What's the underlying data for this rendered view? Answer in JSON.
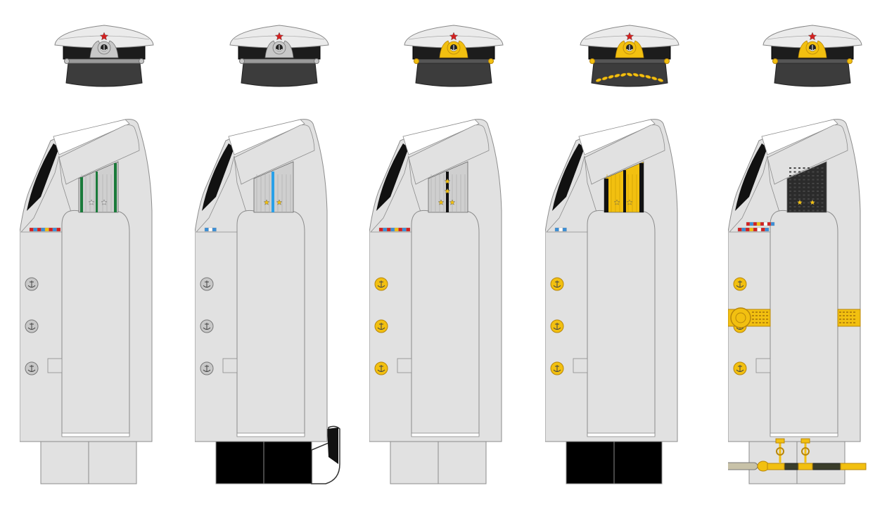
{
  "colors": {
    "background": "#ffffff",
    "tunic": "#e1e1e1",
    "tunic_outline": "#8c8c8c",
    "cap_crown": "#ebebeb",
    "cap_band": "#1c1c1c",
    "cap_peak": "#3c3c3c",
    "silver": "#c8c8c8",
    "gold": "#f2c010",
    "gold_dark": "#b8860b",
    "black": "#000000",
    "red": "#d42020",
    "scabbard": "#3a3d2a"
  },
  "uniforms": [
    {
      "id": "uniform-1",
      "cap": {
        "cockade": "silver",
        "chinstrap": "silver",
        "peak_embroidery": false
      },
      "shoulder_board": {
        "field": "silver",
        "stripe": "#1a7a3a",
        "stripe_style": "edges",
        "stars": 2,
        "star_color": "silver"
      },
      "ribbons": [
        "#d42020",
        "#3a8fd8",
        "#d42020",
        "#3a8fd8",
        "#f2c010",
        "#d42020",
        "#3a8fd8",
        "#d42020"
      ],
      "buttons": "silver",
      "belt": false,
      "trousers": "#e1e1e1",
      "dirk": false,
      "boot": false
    },
    {
      "id": "uniform-2",
      "cap": {
        "cockade": "silver",
        "chinstrap": "silver",
        "peak_embroidery": false
      },
      "shoulder_board": {
        "field": "silver",
        "stripe": "#2aa0e8",
        "stripe_style": "center",
        "stars": 2,
        "star_color": "gold"
      },
      "ribbons": [
        "#3a8fd8",
        "#ffffff",
        "#3a8fd8"
      ],
      "buttons": "silver",
      "belt": false,
      "trousers": "#000000",
      "dirk": false,
      "boot": true
    },
    {
      "id": "uniform-3",
      "cap": {
        "cockade": "gold",
        "chinstrap": "black",
        "peak_embroidery": false
      },
      "shoulder_board": {
        "field": "silver",
        "stripe": "#111111",
        "stripe_style": "center",
        "stars": 4,
        "star_color": "gold"
      },
      "ribbons": [
        "#d42020",
        "#3a8fd8",
        "#d42020",
        "#3a8fd8",
        "#f2c010",
        "#d42020",
        "#3a8fd8",
        "#d42020"
      ],
      "buttons": "gold",
      "belt": false,
      "trousers": "#e1e1e1",
      "dirk": false,
      "boot": false
    },
    {
      "id": "uniform-4",
      "cap": {
        "cockade": "gold",
        "chinstrap": "black",
        "peak_embroidery": true
      },
      "shoulder_board": {
        "field": "gold",
        "stripe": "#111111",
        "stripe_style": "double",
        "stars": 2,
        "star_color": "gold"
      },
      "ribbons": [
        "#3a8fd8",
        "#ffffff",
        "#3a8fd8"
      ],
      "buttons": "gold",
      "belt": false,
      "trousers": "#000000",
      "dirk": false,
      "boot": false
    },
    {
      "id": "uniform-5",
      "cap": {
        "cockade": "gold",
        "chinstrap": "black",
        "peak_embroidery": false
      },
      "shoulder_board": {
        "field": "black",
        "stripe": "none",
        "stripe_style": "none",
        "stars": 2,
        "star_color": "gold"
      },
      "ribbons": [
        "#d42020",
        "#3a8fd8",
        "#d42020",
        "#f2c010",
        "#d42020",
        "#ffffff",
        "#d42020",
        "#3a8fd8"
      ],
      "buttons": "gold",
      "belt": true,
      "trousers": "#e1e1e1",
      "dirk": true,
      "boot": false
    }
  ]
}
